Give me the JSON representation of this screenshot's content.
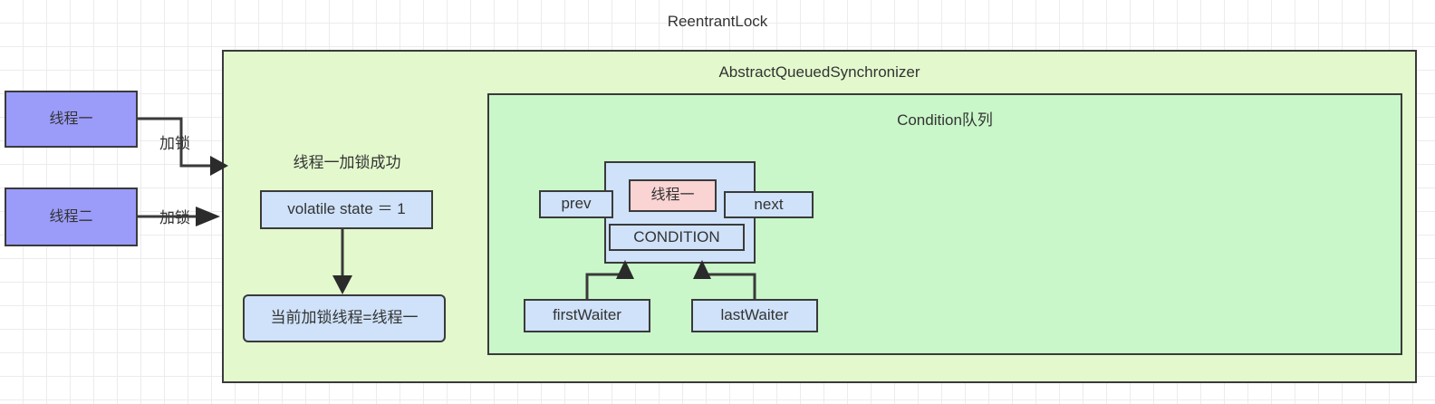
{
  "diagram": {
    "title": "ReentrantLock",
    "containers": {
      "aqs": {
        "title": "AbstractQueuedSynchronizer",
        "fill": "#e3f9cd"
      },
      "condition": {
        "title": "Condition队列",
        "fill": "#c9f7c9"
      }
    },
    "threads": [
      {
        "label": "线程一",
        "fill": "#9b9bfa"
      },
      {
        "label": "线程二",
        "fill": "#9b9bfa"
      }
    ],
    "edge_labels": {
      "lock_one": "加锁",
      "lock_two": "加锁"
    },
    "lock_success_note": "线程一加锁成功",
    "state": {
      "state_box": "volatile state ＝ 1",
      "current_thread_box": "当前加锁线程=线程一"
    },
    "node": {
      "prev": "prev",
      "next": "next",
      "thread": "线程一",
      "condition": "CONDITION",
      "node_fill": "#cfe2f9",
      "thread_fill": "#fad3d3"
    },
    "waiters": {
      "first": "firstWaiter",
      "last": "lastWaiter"
    },
    "colors": {
      "stroke": "#3a3a3a",
      "grid": "#ececec",
      "blue_fill": "#cfe2f9",
      "purple_fill": "#9b9bfa",
      "pink_fill": "#fad3d3",
      "outer_green": "#e3f9cd",
      "inner_green": "#c9f7c9"
    }
  }
}
